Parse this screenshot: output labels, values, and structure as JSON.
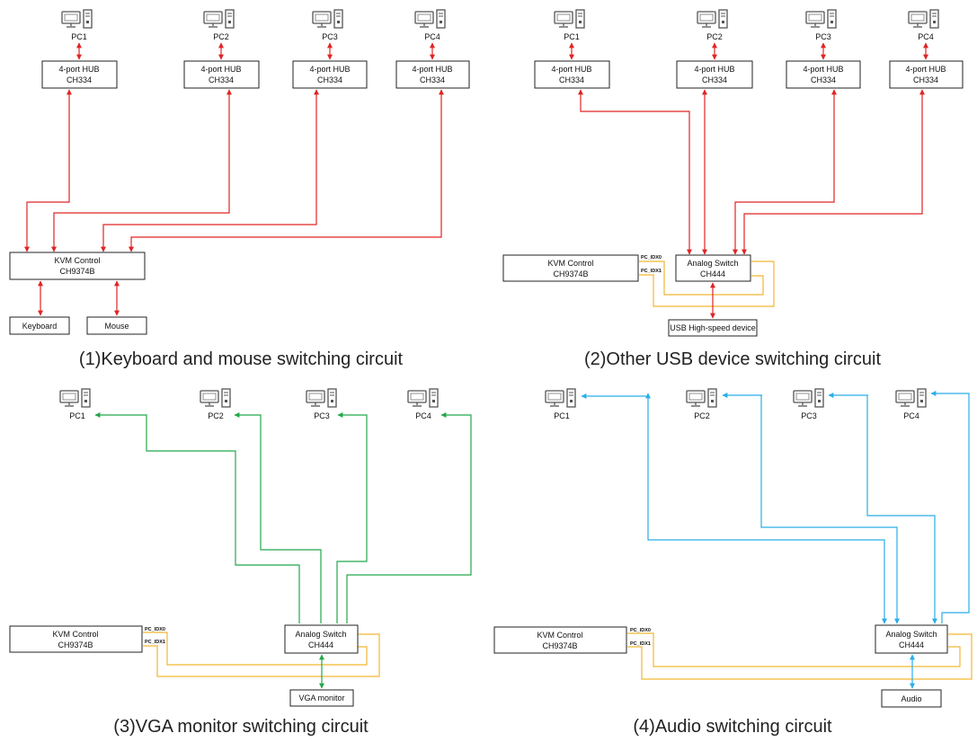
{
  "colors": {
    "usb": "#e02424",
    "vga": "#22a84a",
    "audio": "#29aee8",
    "control": "#f2b632"
  },
  "icons": {
    "pc": "computer-desktop-icon"
  },
  "panels": {
    "p1": {
      "caption": "(1)Keyboard and mouse switching circuit",
      "pcs": [
        "PC1",
        "PC2",
        "PC3",
        "PC4"
      ],
      "hub_line1": "4-port HUB",
      "hub_line2": "CH334",
      "kvm_line1": "KVM Control",
      "kvm_line2": "CH9374B",
      "keyboard": "Keyboard",
      "mouse": "Mouse"
    },
    "p2": {
      "caption": "(2)Other USB device switching circuit",
      "pcs": [
        "PC1",
        "PC2",
        "PC3",
        "PC4"
      ],
      "hub_line1": "4-port HUB",
      "hub_line2": "CH334",
      "kvm_line1": "KVM Control",
      "kvm_line2": "CH9374B",
      "sig0": "PC_IDX0",
      "sig1": "PC_IDX1",
      "switch_line1": "Analog Switch",
      "switch_line2": "CH444",
      "device": "USB High-speed device"
    },
    "p3": {
      "caption": "(3)VGA monitor switching circuit",
      "pcs": [
        "PC1",
        "PC2",
        "PC3",
        "PC4"
      ],
      "kvm_line1": "KVM Control",
      "kvm_line2": "CH9374B",
      "sig0": "PC_IDX0",
      "sig1": "PC_IDX1",
      "switch_line1": "Analog Switch",
      "switch_line2": "CH444",
      "device": "VGA monitor"
    },
    "p4": {
      "caption": "(4)Audio switching circuit",
      "pcs": [
        "PC1",
        "PC2",
        "PC3",
        "PC4"
      ],
      "kvm_line1": "KVM Control",
      "kvm_line2": "CH9374B",
      "sig0": "PC_IDX0",
      "sig1": "PC_IDX1",
      "switch_line1": "Analog Switch",
      "switch_line2": "CH444",
      "device": "Audio"
    }
  }
}
